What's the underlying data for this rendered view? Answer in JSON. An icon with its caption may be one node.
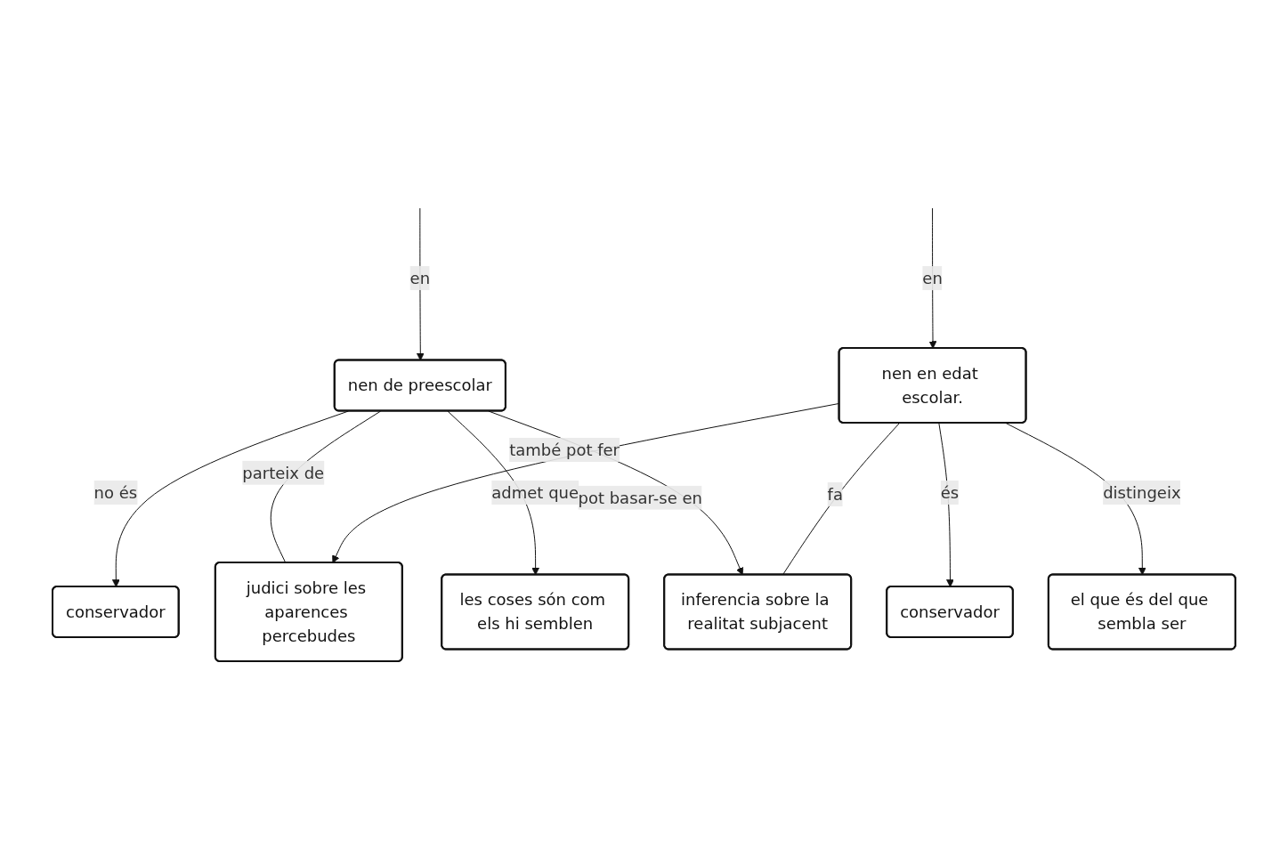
{
  "diagram": {
    "nodes": [
      {
        "text": [
          "nen de preescolar"
        ]
      },
      {
        "text": [
          "nen en edat escolar."
        ]
      },
      {
        "text": [
          "conservador"
        ]
      },
      {
        "text": [
          "judici sobre les aparences percebudes"
        ]
      },
      {
        "text": [
          "les coses són com els hi semblen"
        ]
      },
      {
        "text": [
          "conservador"
        ]
      },
      {
        "text": [
          "inferencia sobre la realitat subjacent"
        ]
      },
      {
        "text": [
          "el que és del que sembla ser"
        ]
      }
    ],
    "edges": [
      {
        "from": null,
        "to": 0,
        "arrow": "to",
        "label": "en"
      },
      {
        "from": null,
        "to": 1,
        "arrow": "to",
        "label": "en"
      },
      {
        "from": 0,
        "to": 2,
        "arrow": "to",
        "label": "no és"
      },
      {
        "from": 0,
        "to": 3,
        "arrow": "none",
        "label": "parteix de"
      },
      {
        "from": 0,
        "to": 4,
        "arrow": "to",
        "label": "admet que"
      },
      {
        "from": 0,
        "to": 6,
        "arrow": "to",
        "label": "pot basar-se en"
      },
      {
        "from": 1,
        "to": 3,
        "arrow": "to",
        "label": "també pot fer"
      },
      {
        "from": 1,
        "to": 5,
        "arrow": "to",
        "label": "és"
      },
      {
        "from": 1,
        "to": 6,
        "arrow": "none",
        "label": "fa"
      },
      {
        "from": 1,
        "to": 7,
        "arrow": "to",
        "label": "distingeix"
      }
    ]
  }
}
